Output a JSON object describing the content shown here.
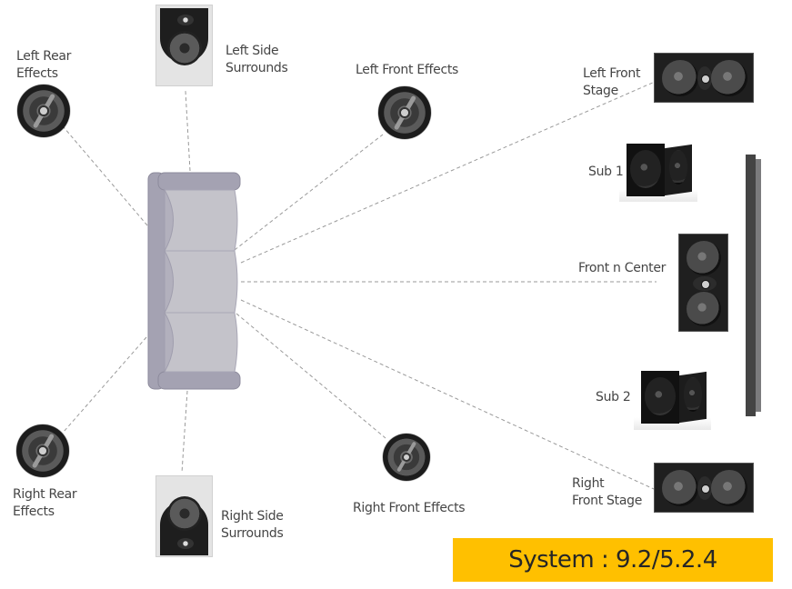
{
  "diagram": {
    "type": "home-theater-speaker-layout",
    "system_badge": {
      "text": "System : 9.2/5.2.4",
      "color": "#ffc000"
    },
    "text_color": "#454545",
    "line_color": "#9a9a9a",
    "seating": {
      "name": "Sofa",
      "color": "#a8a6b4"
    },
    "display": {
      "name": "TV"
    },
    "speakers": [
      {
        "id": "left-rear-effects",
        "label": "Left Rear\nEffects",
        "kind": "ceiling"
      },
      {
        "id": "left-side-surrounds",
        "label": "Left Side\nSurrounds",
        "kind": "in-wall-vertical"
      },
      {
        "id": "left-front-effects",
        "label": "Left Front Effects",
        "kind": "ceiling"
      },
      {
        "id": "left-front-stage",
        "label": "Left Front\nStage",
        "kind": "in-wall-lcr"
      },
      {
        "id": "sub-1",
        "label": "Sub 1",
        "kind": "subwoofer"
      },
      {
        "id": "front-n-center",
        "label": "Front n Center",
        "kind": "in-wall-lcr-vertical"
      },
      {
        "id": "sub-2",
        "label": "Sub 2",
        "kind": "subwoofer"
      },
      {
        "id": "right-front-stage",
        "label": "Right\nFront Stage",
        "kind": "in-wall-lcr"
      },
      {
        "id": "right-front-effects",
        "label": "Right Front Effects",
        "kind": "ceiling"
      },
      {
        "id": "right-side-surrounds",
        "label": "Right Side\nSurrounds",
        "kind": "in-wall-vertical"
      },
      {
        "id": "right-rear-effects",
        "label": "Right Rear\nEffects",
        "kind": "ceiling"
      }
    ],
    "connections": [
      {
        "from": "sofa",
        "to": "left-rear-effects"
      },
      {
        "from": "sofa",
        "to": "left-side-surrounds"
      },
      {
        "from": "sofa",
        "to": "left-front-effects"
      },
      {
        "from": "sofa",
        "to": "left-front-stage"
      },
      {
        "from": "sofa",
        "to": "front-n-center"
      },
      {
        "from": "sofa",
        "to": "right-front-stage"
      },
      {
        "from": "sofa",
        "to": "right-front-effects"
      },
      {
        "from": "sofa",
        "to": "right-side-surrounds"
      },
      {
        "from": "sofa",
        "to": "right-rear-effects"
      }
    ]
  }
}
